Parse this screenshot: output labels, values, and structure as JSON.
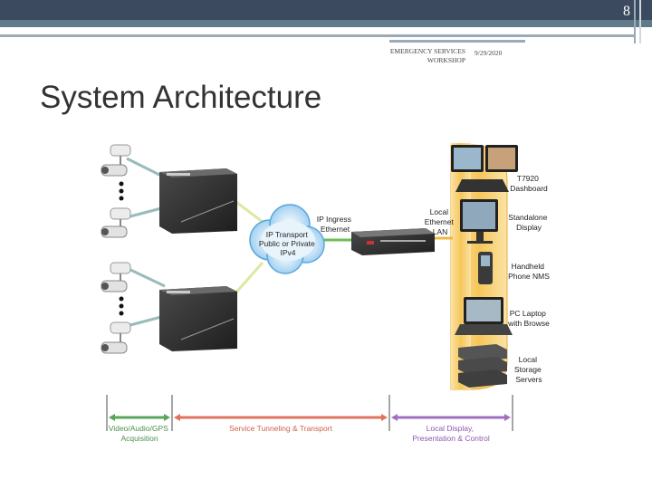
{
  "slide": {
    "number": "8",
    "footer": "EMERGENCY SERVICES WORKSHOP",
    "date": "9/29/2020",
    "title": "System Architecture"
  },
  "diagram": {
    "cloud_label": [
      "IP Transport",
      "Public or Private",
      "IPv4"
    ],
    "ingress_label": [
      "IP Ingress",
      "Ethernet"
    ],
    "lan_label": [
      "Local",
      "Ethernet",
      "LAN"
    ],
    "devices": [
      {
        "label": [
          "T7920",
          "Dashboard"
        ]
      },
      {
        "label": [
          "Standalone",
          "Display"
        ]
      },
      {
        "label": [
          "Handheld",
          "Phone NMS"
        ]
      },
      {
        "label": [
          "PC Laptop",
          "with Browse"
        ]
      },
      {
        "label": [
          "Local",
          "Storage",
          "Servers"
        ]
      }
    ],
    "stages": [
      {
        "label": [
          "Video/Audio/GPS",
          "Acquisition"
        ],
        "color": "#5aa55a"
      },
      {
        "label": [
          "Service Tunneling & Transport"
        ],
        "color": "#e0735f"
      },
      {
        "label": [
          "Local Display,",
          "Presentation & Control"
        ],
        "color": "#a070c0"
      }
    ]
  }
}
